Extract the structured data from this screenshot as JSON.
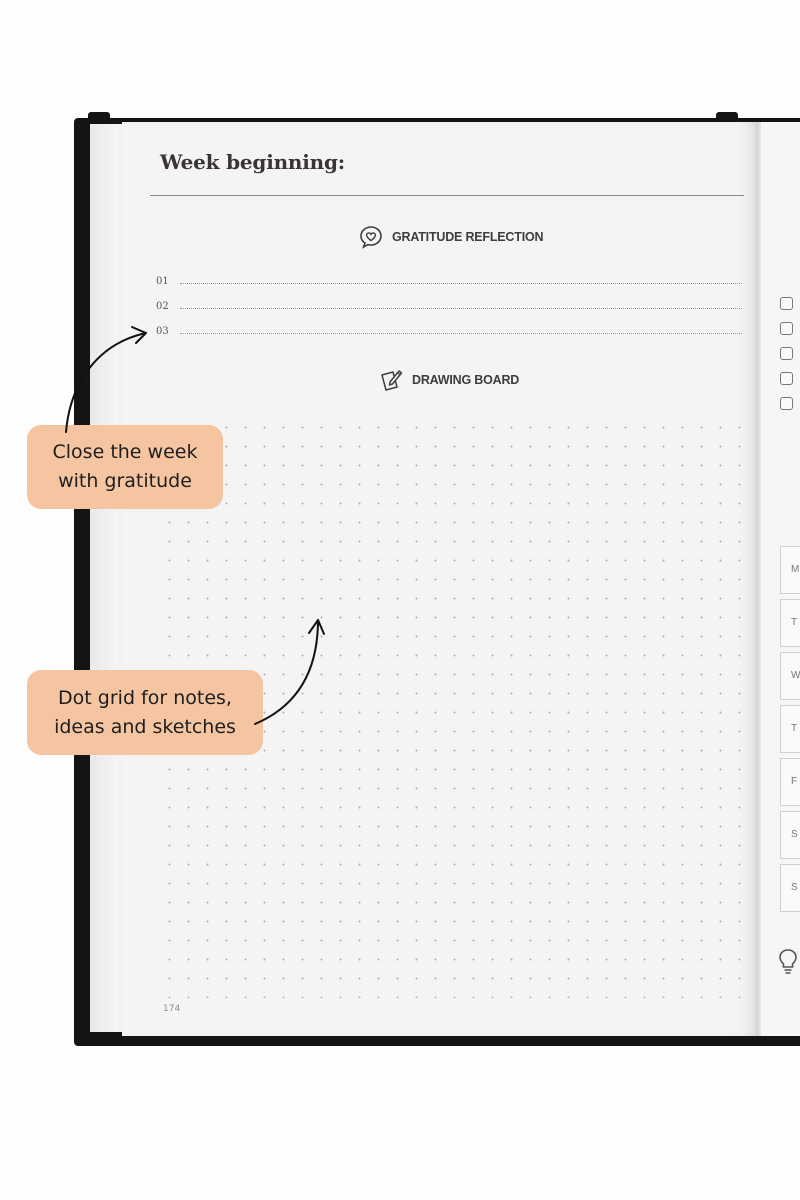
{
  "planner": {
    "week_title": "Week beginning:",
    "gratitude": {
      "heading": "GRATITUDE REFLECTION",
      "icon": "heart-speech-bubble-icon",
      "lines": [
        "01",
        "02",
        "03"
      ]
    },
    "drawing": {
      "heading": "DRAWING BOARD",
      "icon": "pencil-paper-icon"
    },
    "page_number": "174",
    "right_page": {
      "day_letters": [
        "M",
        "T",
        "W",
        "T",
        "F",
        "S",
        "S"
      ],
      "checkbox_count": 5,
      "bottom_icon": "lightbulb-icon"
    }
  },
  "callouts": [
    {
      "text_line1": "Close the week",
      "text_line2": "with gratitude"
    },
    {
      "text_line1": "Dot grid for notes,",
      "text_line2": "ideas and sketches"
    }
  ],
  "colors": {
    "callout_bg": "#f5c5a1",
    "cover": "#141414",
    "page": "#f4f4f5"
  }
}
